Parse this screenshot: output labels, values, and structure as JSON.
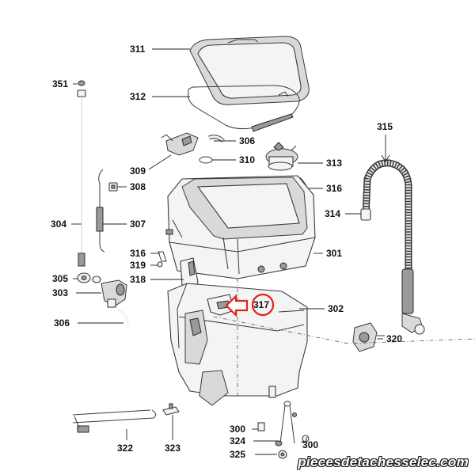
{
  "diagram": {
    "callouts": {
      "c311": "311",
      "c312": "312",
      "c351": "351",
      "c315": "315",
      "c306a": "306",
      "c309": "309",
      "c310": "310",
      "c313": "313",
      "c308": "308",
      "c316a": "316",
      "c304": "304",
      "c307": "307",
      "c314": "314",
      "c316b": "316",
      "c319": "319",
      "c301": "301",
      "c305": "305",
      "c318": "318",
      "c303": "303",
      "c317": "317",
      "c302": "302",
      "c306b": "306",
      "c320": "320",
      "c300a": "300",
      "c324": "324",
      "c300b": "300",
      "c325": "325",
      "c322": "322",
      "c323": "323"
    },
    "highlighted_part": "317",
    "watermark": "piecesdetachesselec.com"
  },
  "colors": {
    "highlight": "#e32219",
    "line": "#222222"
  }
}
